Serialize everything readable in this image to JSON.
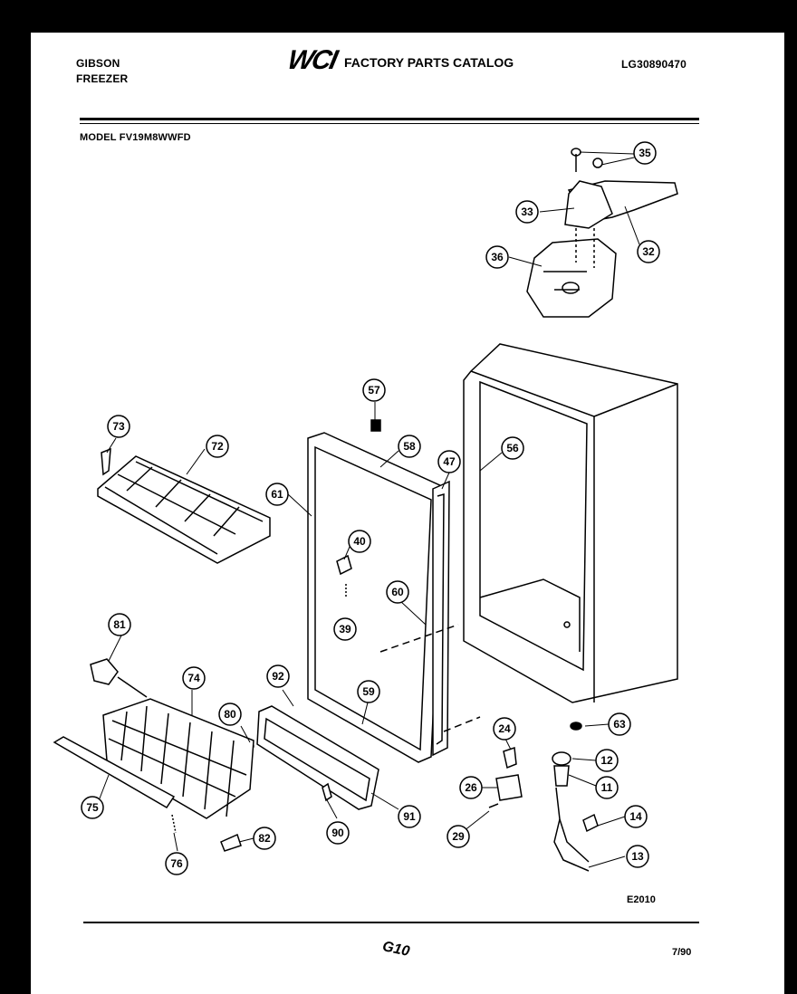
{
  "header": {
    "brand_line1": "GIBSON",
    "brand_line2": "FREEZER",
    "logo": "WCI",
    "catalog_title": "FACTORY PARTS CATALOG",
    "catalog_number": "LG30890470",
    "model_label": "MODEL FV19M8WWFD"
  },
  "footer": {
    "drawing_code": "E2010",
    "page": "G10",
    "date": "7/90"
  },
  "callouts": [
    "35",
    "33",
    "32",
    "36",
    "57",
    "73",
    "72",
    "58",
    "47",
    "56",
    "61",
    "40",
    "60",
    "39",
    "81",
    "74",
    "92",
    "59",
    "80",
    "24",
    "63",
    "12",
    "26",
    "11",
    "75",
    "90",
    "91",
    "14",
    "29",
    "82",
    "76",
    "13"
  ]
}
